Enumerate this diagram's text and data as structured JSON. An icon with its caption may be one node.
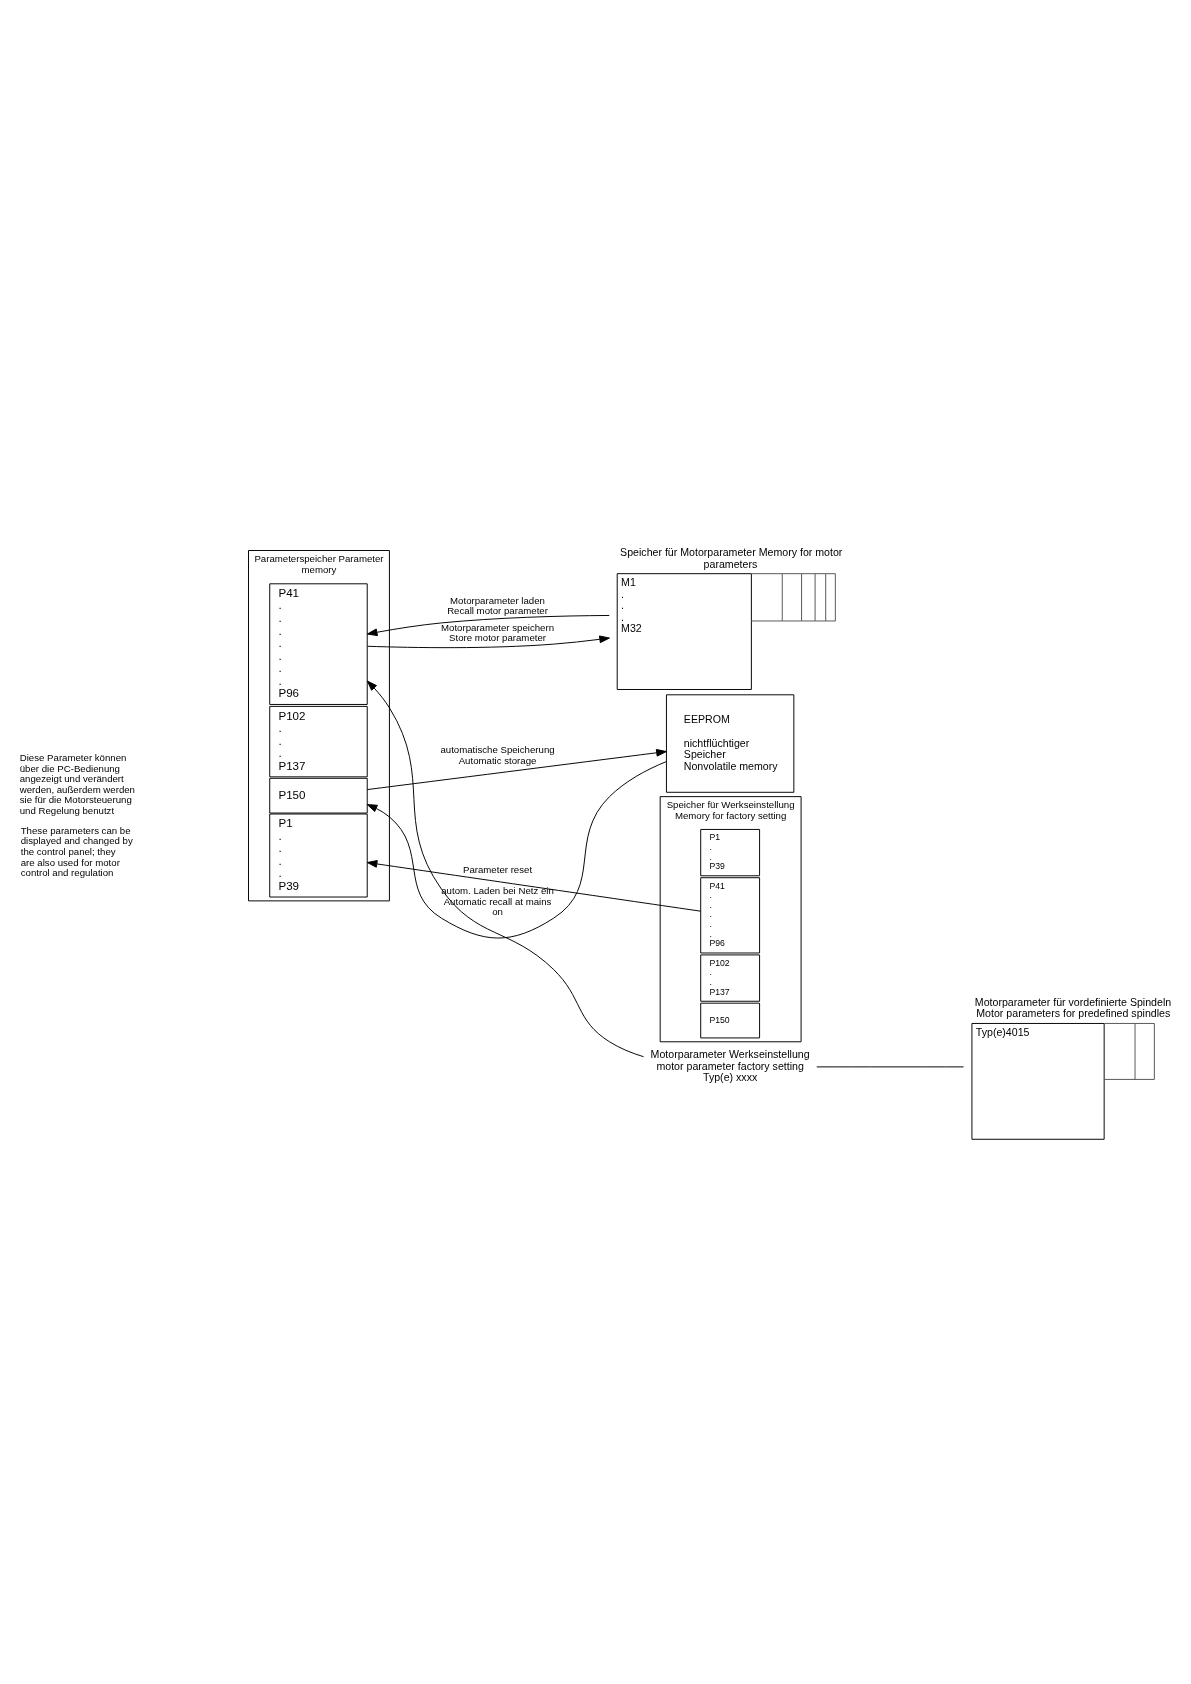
{
  "diagram": {
    "nodes": [
      {
        "text": [
          "Parameterspeicher Parameter memory"
        ]
      },
      {
        "text": [
          "P1 . . . . P39"
        ],
        "in": 0
      },
      {
        "text": [
          "P41 . . . . . . . P96"
        ],
        "in": 0
      },
      {
        "text": [
          "P102 . . . P137"
        ],
        "in": 0
      },
      {
        "text": [
          "P150"
        ],
        "in": 0
      },
      {
        "text": [
          "Speicher für Werkseinstellung Memory for factory setting"
        ]
      },
      {
        "text": [
          "P1 . . P39"
        ],
        "in": 5
      },
      {
        "text": [
          "P41 . . . . . P96"
        ],
        "in": 5
      },
      {
        "text": [
          "P102 . . P137"
        ],
        "in": 5
      },
      {
        "text": [
          "P150"
        ],
        "in": 5
      },
      {
        "text": [
          "Speicher für Motorparameter Memory for motor parameters",
          "M1 . . . M32"
        ]
      },
      {
        "text": [
          "Motorparameter Werkseinstellung motor parameter factory setting Typ(e) xxxx"
        ]
      },
      {
        "text": [
          "Motorparameter für vordefinierte Spindeln Motor parameters for predefined spindles",
          "Typ(e)4015"
        ]
      },
      {
        "text": [
          "EEPROM",
          "nichtflüchtiger Speicher Nonvolatile memory"
        ]
      }
    ],
    "edges": [
      {
        "from": 7,
        "to": 1,
        "arrow": "to",
        "label": "Parameter reset"
      },
      {
        "from": 10,
        "to": 2,
        "arrow": "to",
        "label": "Motorparameter laden Recall motor parameter"
      },
      {
        "from": 2,
        "to": 10,
        "arrow": "to",
        "label": "Motorparameter speichern Store motor parameter"
      },
      {
        "from": 11,
        "to": 2,
        "arrow": "to"
      },
      {
        "from": 11,
        "to": 12,
        "arrow": "none"
      },
      {
        "from": 4,
        "to": 13,
        "arrow": "to",
        "label": "automatische Speicherung Automatic storage"
      },
      {
        "from": 13,
        "to": 4,
        "arrow": "to",
        "label": "autom. Laden bei Netz ein Automatic recall at mains on"
      }
    ],
    "labels": [
      "Diese Parameter können über die PC-Bedienung angezeigt und verändert werden, außerdem werden sie für die Motorsteuerung und Regelung benutzt",
      "These parameters can be displayed and changed by the control panel; they are also used for motor control and regulation"
    ]
  }
}
